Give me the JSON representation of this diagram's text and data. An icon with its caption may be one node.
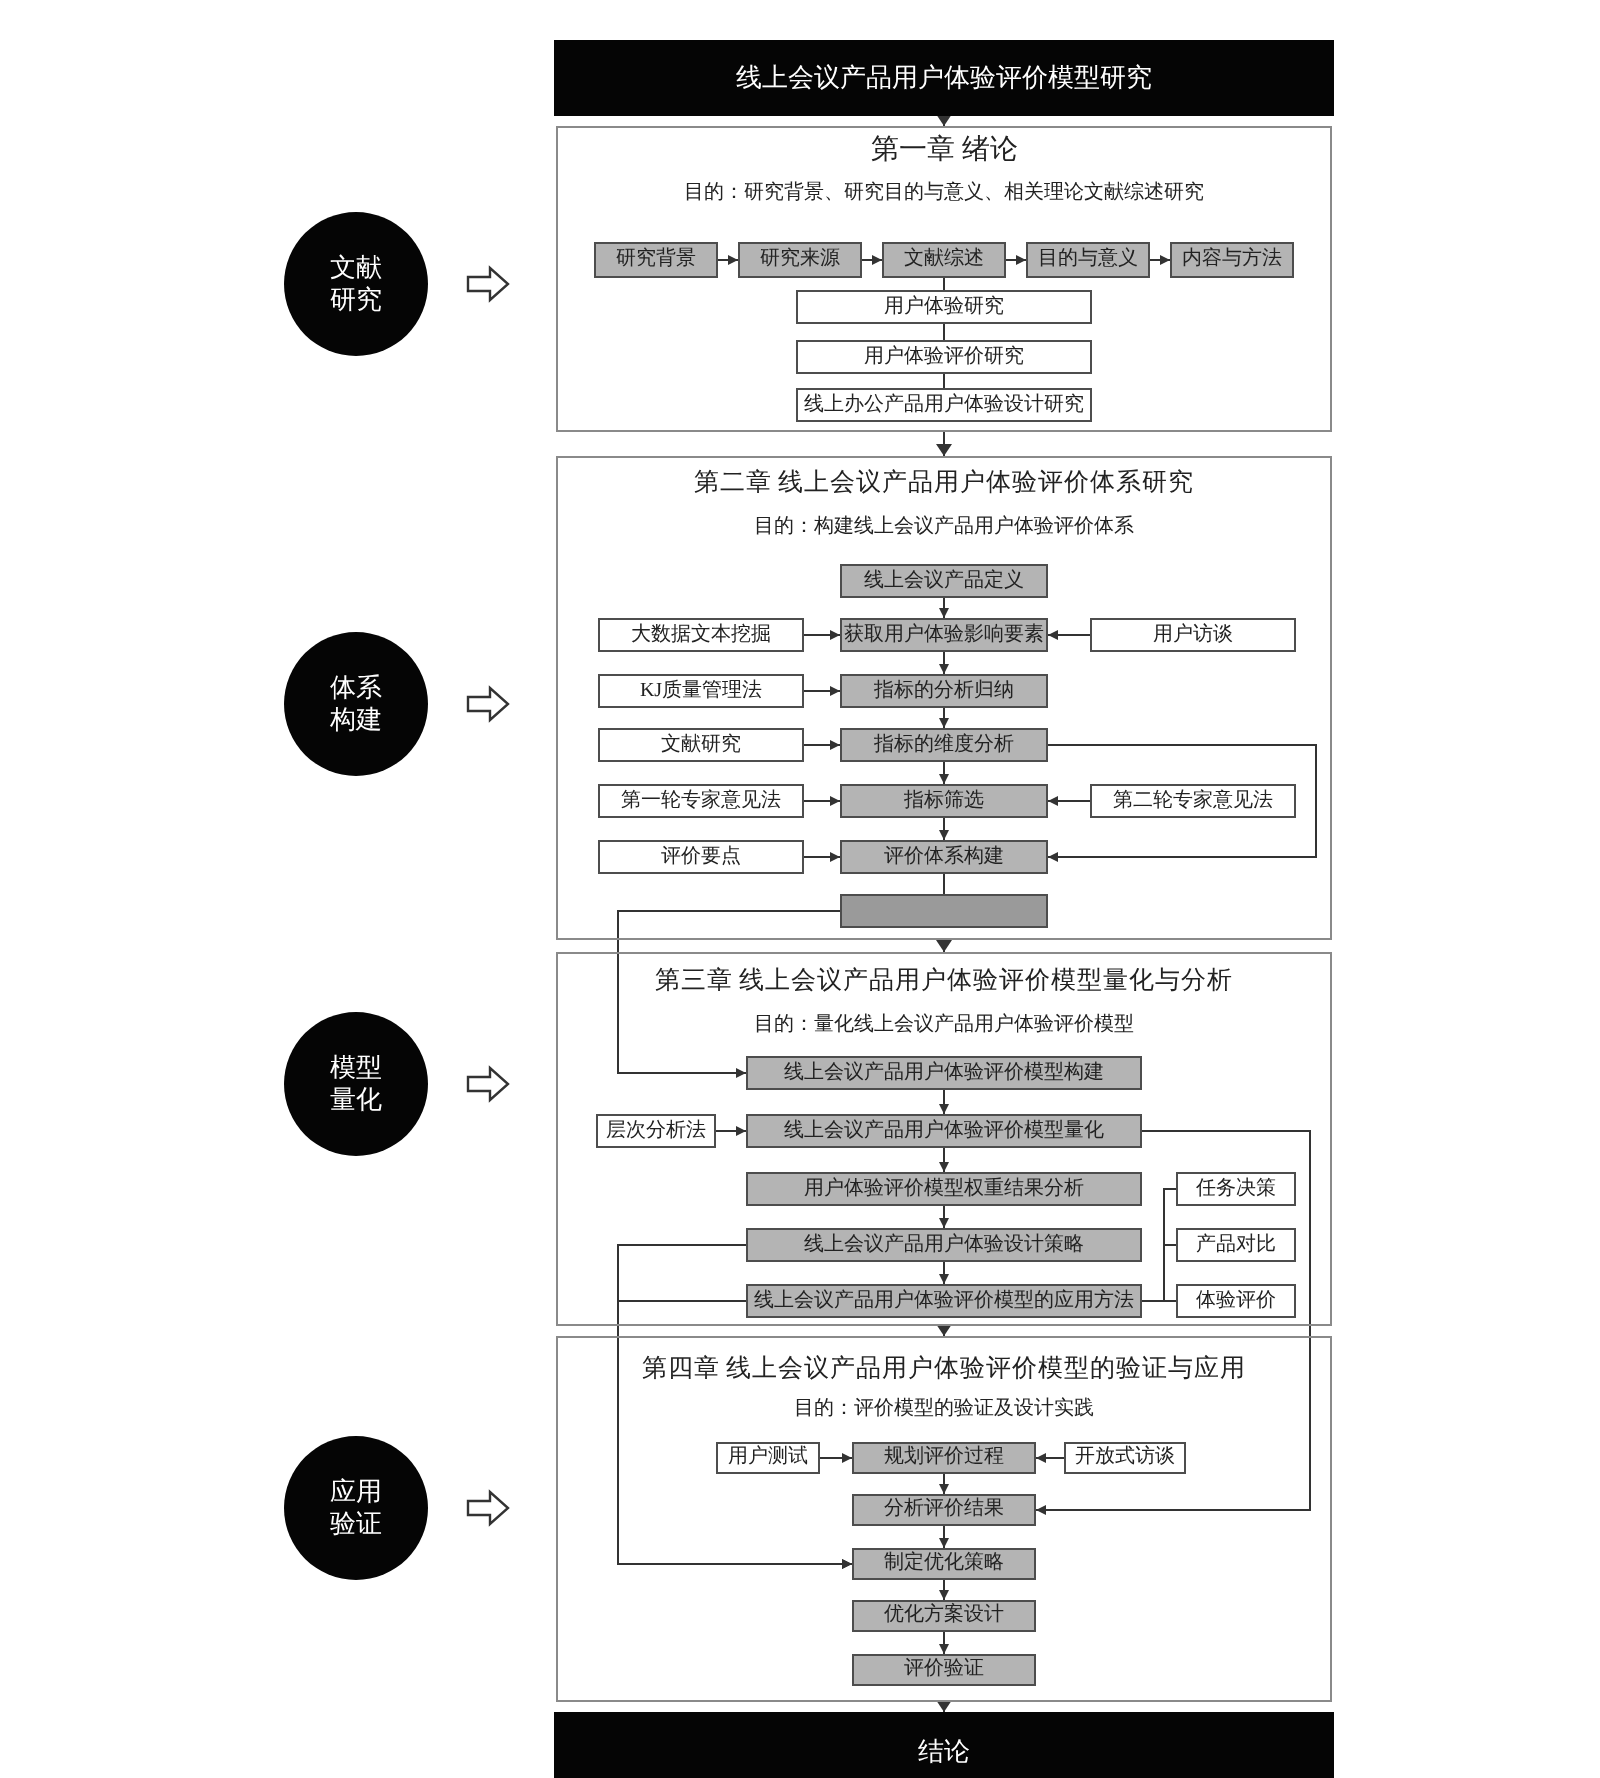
{
  "diagram": {
    "nodes": [
      {
        "text": [
          "线上会议产品用户体验评价模型研究"
        ]
      },
      {
        "text": [
          "文献研究"
        ]
      },
      {
        "text": [
          "第一章 绪论",
          "目的：研究背景、研究目的与意义、相关理论文献综述研究"
        ]
      },
      {
        "text": [
          "研究背景"
        ],
        "in": 2
      },
      {
        "text": [
          "研究来源"
        ],
        "in": 2
      },
      {
        "text": [
          "文献综述"
        ],
        "in": 2
      },
      {
        "text": [
          "目的与意义"
        ],
        "in": 2
      },
      {
        "text": [
          "内容与方法"
        ],
        "in": 2
      },
      {
        "text": [
          "用户体验研究"
        ],
        "in": 2
      },
      {
        "text": [
          "用户体验评价研究"
        ],
        "in": 2
      },
      {
        "text": [
          "线上办公产品用户体验设计研究"
        ],
        "in": 2
      },
      {
        "text": [
          "体系构建"
        ]
      },
      {
        "text": [
          "第二章 线上会议产品用户体验评价体系研究",
          "目的：构建线上会议产品用户体验评价体系"
        ]
      },
      {
        "text": [
          "线上会议产品定义"
        ],
        "in": 12
      },
      {
        "text": [
          "大数据文本挖掘"
        ],
        "in": 12
      },
      {
        "text": [
          "获取用户体验影响要素"
        ],
        "in": 12
      },
      {
        "text": [
          "用户访谈"
        ],
        "in": 12
      },
      {
        "text": [
          "KJ质量管理法"
        ],
        "in": 12
      },
      {
        "text": [
          "指标的分析归纳"
        ],
        "in": 12
      },
      {
        "text": [
          "文献研究"
        ],
        "in": 12
      },
      {
        "text": [
          "指标的维度分析"
        ],
        "in": 12
      },
      {
        "text": [
          "第一轮专家意见法"
        ],
        "in": 12
      },
      {
        "text": [
          "指标筛选"
        ],
        "in": 12
      },
      {
        "text": [
          "第二轮专家意见法"
        ],
        "in": 12
      },
      {
        "text": [
          "评价要点"
        ],
        "in": 12
      },
      {
        "text": [
          "评价体系构建"
        ],
        "in": 12
      },
      {
        "text": [],
        "shape": "box",
        "in": 12
      },
      {
        "text": [
          "模型量化"
        ]
      },
      {
        "text": [
          "第三章 线上会议产品用户体验评价模型量化与分析",
          "目的：量化线上会议产品用户体验评价模型"
        ]
      },
      {
        "text": [
          "线上会议产品用户体验评价模型构建"
        ],
        "in": 28
      },
      {
        "text": [
          "层次分析法"
        ],
        "in": 28
      },
      {
        "text": [
          "线上会议产品用户体验评价模型量化"
        ],
        "in": 28
      },
      {
        "text": [
          "用户体验评价模型权重结果分析"
        ],
        "in": 28
      },
      {
        "text": [
          "任务决策"
        ],
        "in": 28
      },
      {
        "text": [
          "线上会议产品用户体验设计策略"
        ],
        "in": 28
      },
      {
        "text": [
          "产品对比"
        ],
        "in": 28
      },
      {
        "text": [
          "线上会议产品用户体验评价模型的应用方法"
        ],
        "in": 28
      },
      {
        "text": [
          "体验评价"
        ],
        "in": 28
      },
      {
        "text": [
          "应用验证"
        ]
      },
      {
        "text": [
          "第四章 线上会议产品用户体验评价模型的验证与应用",
          "目的：评价模型的验证及设计实践"
        ]
      },
      {
        "text": [
          "用户测试"
        ],
        "in": 39
      },
      {
        "text": [
          "规划评价过程"
        ],
        "in": 39
      },
      {
        "text": [
          "开放式访谈"
        ],
        "in": 39
      },
      {
        "text": [
          "分析评价结果"
        ],
        "in": 39
      },
      {
        "text": [
          "制定优化策略"
        ],
        "in": 39
      },
      {
        "text": [
          "优化方案设计"
        ],
        "in": 39
      },
      {
        "text": [
          "评价验证"
        ],
        "in": 39
      },
      {
        "text": [
          "结论"
        ]
      }
    ],
    "edges": [
      {
        "from": 0,
        "to": 2,
        "arrow": "to"
      },
      {
        "from": 1,
        "to": 2,
        "arrow": "to"
      },
      {
        "from": 3,
        "to": 4,
        "arrow": "to"
      },
      {
        "from": 4,
        "to": 5,
        "arrow": "to"
      },
      {
        "from": 5,
        "to": 6,
        "arrow": "to"
      },
      {
        "from": 6,
        "to": 7,
        "arrow": "to"
      },
      {
        "from": 5,
        "to": 8,
        "arrow": "none"
      },
      {
        "from": 8,
        "to": 9,
        "arrow": "none"
      },
      {
        "from": 9,
        "to": 10,
        "arrow": "none"
      },
      {
        "from": 2,
        "to": 12,
        "arrow": "to"
      },
      {
        "from": 11,
        "to": 12,
        "arrow": "to"
      },
      {
        "from": 13,
        "to": 15,
        "arrow": "to"
      },
      {
        "from": 14,
        "to": 15,
        "arrow": "to"
      },
      {
        "from": 16,
        "to": 15,
        "arrow": "to"
      },
      {
        "from": 15,
        "to": 18,
        "arrow": "to"
      },
      {
        "from": 17,
        "to": 18,
        "arrow": "to"
      },
      {
        "from": 18,
        "to": 20,
        "arrow": "to"
      },
      {
        "from": 19,
        "to": 20,
        "arrow": "to"
      },
      {
        "from": 20,
        "to": 22,
        "arrow": "to"
      },
      {
        "from": 21,
        "to": 22,
        "arrow": "to"
      },
      {
        "from": 23,
        "to": 22,
        "arrow": "to"
      },
      {
        "from": 22,
        "to": 25,
        "arrow": "to"
      },
      {
        "from": 24,
        "to": 25,
        "arrow": "to"
      },
      {
        "from": 20,
        "to": 25,
        "arrow": "to"
      },
      {
        "from": 25,
        "to": 26,
        "arrow": "none"
      },
      {
        "from": 26,
        "to": 29,
        "arrow": "to"
      },
      {
        "from": 12,
        "to": 28,
        "arrow": "to"
      },
      {
        "from": 27,
        "to": 28,
        "arrow": "to"
      },
      {
        "from": 29,
        "to": 31,
        "arrow": "to"
      },
      {
        "from": 30,
        "to": 31,
        "arrow": "to"
      },
      {
        "from": 31,
        "to": 32,
        "arrow": "to"
      },
      {
        "from": 32,
        "to": 34,
        "arrow": "to"
      },
      {
        "from": 34,
        "to": 36,
        "arrow": "to"
      },
      {
        "from": 36,
        "to": 33,
        "arrow": "none"
      },
      {
        "from": 36,
        "to": 35,
        "arrow": "none"
      },
      {
        "from": 36,
        "to": 37,
        "arrow": "none"
      },
      {
        "from": 31,
        "to": 43,
        "arrow": "to"
      },
      {
        "from": 34,
        "to": 44,
        "arrow": "to"
      },
      {
        "from": 36,
        "to": 44,
        "arrow": "to"
      },
      {
        "from": 28,
        "to": 39,
        "arrow": "to"
      },
      {
        "from": 38,
        "to": 39,
        "arrow": "to"
      },
      {
        "from": 40,
        "to": 41,
        "arrow": "to"
      },
      {
        "from": 42,
        "to": 41,
        "arrow": "to"
      },
      {
        "from": 41,
        "to": 43,
        "arrow": "to"
      },
      {
        "from": 43,
        "to": 44,
        "arrow": "to"
      },
      {
        "from": 44,
        "to": 45,
        "arrow": "to"
      },
      {
        "from": 45,
        "to": 46,
        "arrow": "to"
      },
      {
        "from": 39,
        "to": 47,
        "arrow": "to"
      }
    ]
  }
}
